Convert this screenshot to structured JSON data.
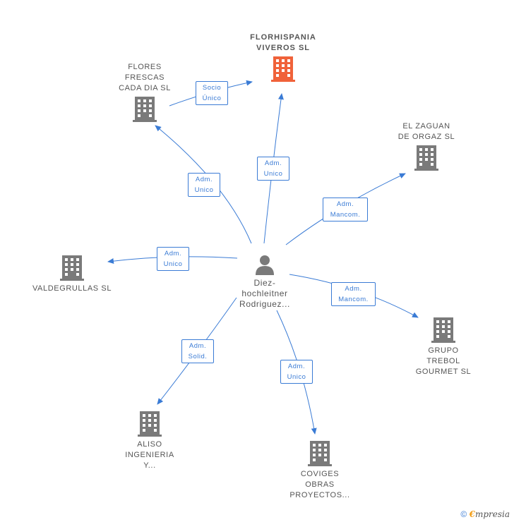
{
  "colors": {
    "accent": "#3a7bd5",
    "node_icon": "#7a7a7a",
    "main_icon": "#f0623a",
    "text": "#555555"
  },
  "center": {
    "label": "Diez-\nhochleitner\nRodriguez...",
    "icon": "person-icon"
  },
  "nodes": [
    {
      "id": "florhispania",
      "label": "FLORHISPANIA\nVIVEROS SL",
      "main": true
    },
    {
      "id": "flores",
      "label": "FLORES\nFRESCAS\nCADA DIA SL"
    },
    {
      "id": "zaguan",
      "label": "EL ZAGUAN\nDE ORGAZ  SL"
    },
    {
      "id": "valdegrullas",
      "label": "VALDEGRULLAS SL"
    },
    {
      "id": "trebol",
      "label": "GRUPO\nTREBOL\nGOURMET SL"
    },
    {
      "id": "aliso",
      "label": "ALISO\nINGENIERIA\nY..."
    },
    {
      "id": "coviges",
      "label": "COVIGES\nOBRAS\nPROYECTOS..."
    }
  ],
  "edges": [
    {
      "label": "Socio\nÚnico"
    },
    {
      "label": "Adm.\nUnico"
    },
    {
      "label": "Adm.\nUnico"
    },
    {
      "label": "Adm.\nMancom."
    },
    {
      "label": "Adm.\nUnico"
    },
    {
      "label": "Adm.\nMancom."
    },
    {
      "label": "Adm.\nSolid."
    },
    {
      "label": "Adm.\nUnico"
    }
  ],
  "footer": {
    "copyright": "©",
    "brand_first": "€",
    "brand_rest": "mpresia"
  }
}
